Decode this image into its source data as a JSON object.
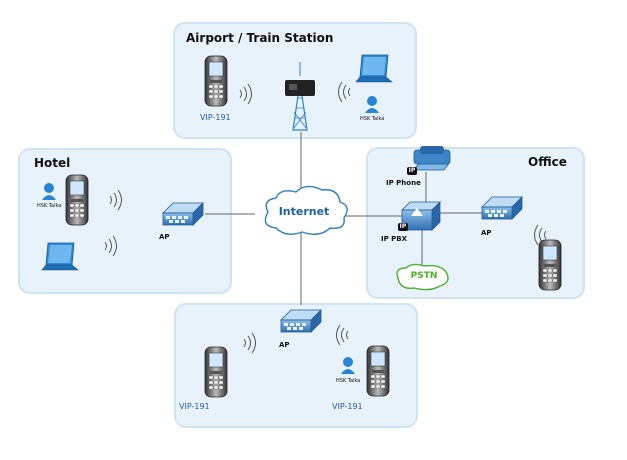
{
  "zones": {
    "airport": {
      "title": "Airport / Train Station"
    },
    "hotel": {
      "title": "Hotel"
    },
    "office": {
      "title": "Office"
    }
  },
  "cloud_label": "Internet",
  "labels": {
    "vip": "VIP-191",
    "hsk": "HSK Talka",
    "ap": "AP",
    "ip_phone": "IP Phone",
    "ip_pbx": "IP PBX",
    "ip_badge": "IP",
    "pstn": "PSTN"
  },
  "colors": {
    "zone_bg": "#e8f2fb",
    "zone_border": "#cfe3f3",
    "label_blue": "#1f5fa8",
    "line": "#666666",
    "pstn_green": "#4caf2b"
  }
}
